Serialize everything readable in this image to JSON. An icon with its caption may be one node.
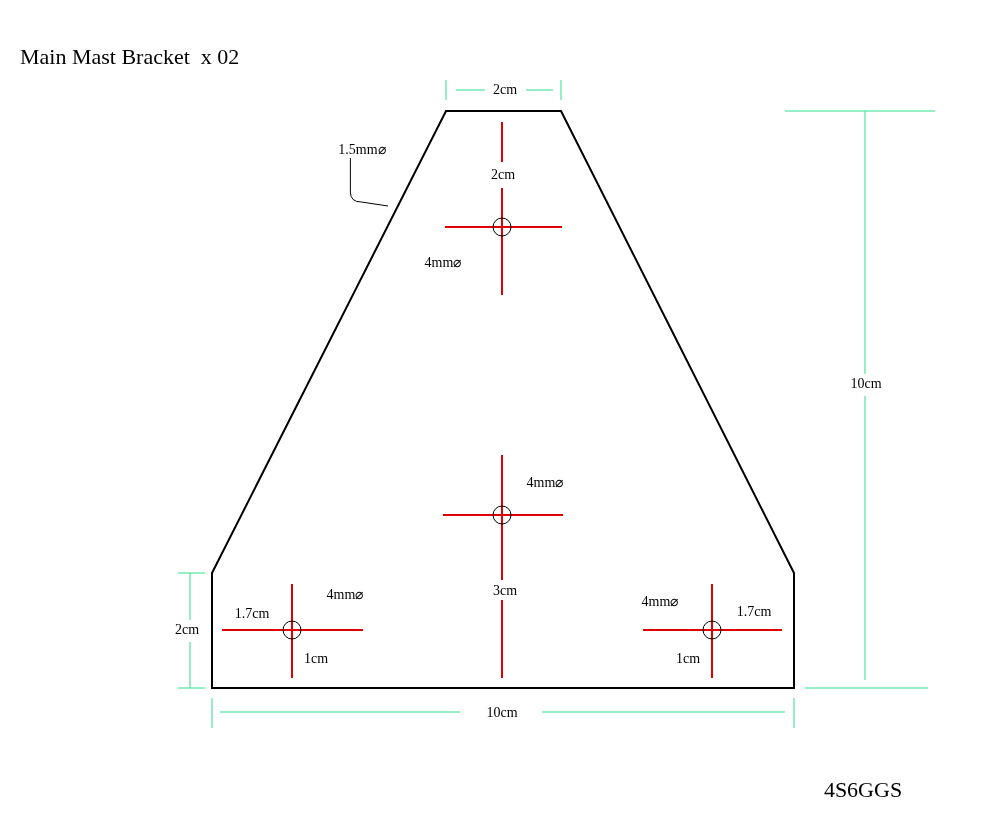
{
  "diagram": {
    "nodes": [
      {
        "text": [
          "1.5mm⌀"
        ]
      },
      {
        "text": [],
        "shape": "picture"
      }
    ],
    "edges": [
      {
        "from": 0,
        "to": 1,
        "arrow": "none"
      }
    ],
    "labels": [
      "Main Mast Bracket  x 02",
      "2cm",
      "2cm",
      "4mm⌀",
      "10cm",
      "4mm⌀",
      "3cm",
      "4mm⌀",
      "1.7cm",
      "2cm",
      "1cm",
      "4mm⌀",
      "1.7cm",
      "1cm",
      "10cm",
      "4S6GGS"
    ]
  }
}
